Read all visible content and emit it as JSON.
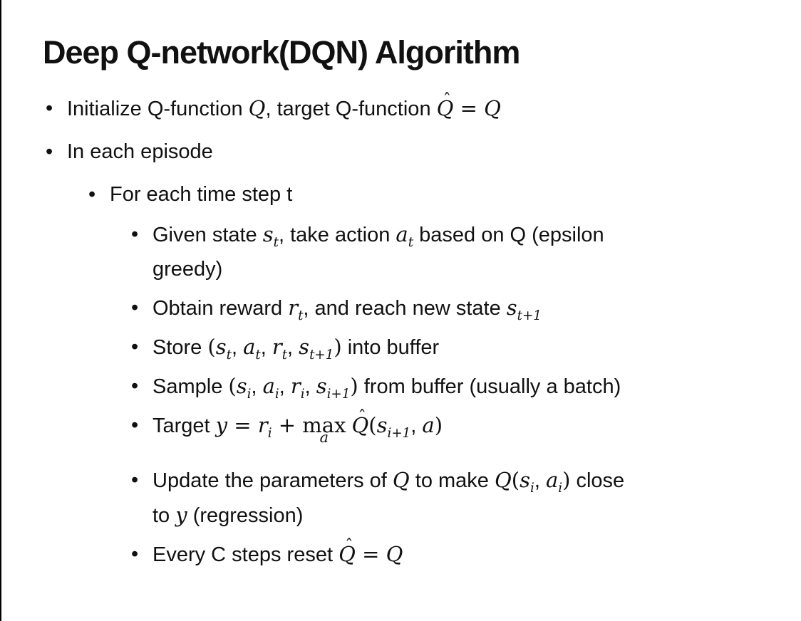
{
  "slide": {
    "title": "Deep Q-network(DQN) Algorithm",
    "bullet_glyph": "•",
    "colors": {
      "background": "#ffffff",
      "text": "#111111",
      "border": "#000000"
    },
    "bullets": [
      {
        "level": 1,
        "lines": [
          [
            {
              "text": "Initialize Q-function "
            },
            {
              "var": "Q"
            },
            {
              "text": ", target Q-function "
            },
            {
              "hat": "Q"
            },
            {
              "mo": " = "
            },
            {
              "var": "Q"
            }
          ]
        ]
      },
      {
        "level": 1,
        "lines": [
          [
            {
              "text": "In each episode"
            }
          ]
        ]
      },
      {
        "level": 2,
        "lines": [
          [
            {
              "text": "For each time step t"
            }
          ]
        ]
      },
      {
        "level": 3,
        "lines": [
          [
            {
              "text": "Given state "
            },
            {
              "base": "s",
              "sub": "t"
            },
            {
              "text": ", take action "
            },
            {
              "base": "a",
              "sub": "t"
            },
            {
              "text": " based on Q (epsilon"
            }
          ],
          [
            {
              "text": "greedy)"
            }
          ]
        ]
      },
      {
        "level": 3,
        "lines": [
          [
            {
              "text": "Obtain reward "
            },
            {
              "base": "r",
              "sub": "t"
            },
            {
              "text": ", and reach new state "
            },
            {
              "base": "s",
              "sub": "t+1"
            }
          ]
        ]
      },
      {
        "level": 3,
        "lines": [
          [
            {
              "text": "Store "
            },
            {
              "mo": "("
            },
            {
              "base": "s",
              "sub": "t"
            },
            {
              "text": ", "
            },
            {
              "base": "a",
              "sub": "t"
            },
            {
              "text": ", "
            },
            {
              "base": "r",
              "sub": "t"
            },
            {
              "text": ", "
            },
            {
              "base": "s",
              "sub": "t+1"
            },
            {
              "mo": ")"
            },
            {
              "text": " into buffer"
            }
          ]
        ]
      },
      {
        "level": 3,
        "lines": [
          [
            {
              "text": "Sample "
            },
            {
              "mo": "("
            },
            {
              "base": "s",
              "sub": "i"
            },
            {
              "text": ", "
            },
            {
              "base": "a",
              "sub": "i"
            },
            {
              "text": ", "
            },
            {
              "base": "r",
              "sub": "i"
            },
            {
              "text": ", "
            },
            {
              "base": "s",
              "sub": "i+1"
            },
            {
              "mo": ")"
            },
            {
              "text": " from buffer (usually a batch)"
            }
          ]
        ]
      },
      {
        "level": 3,
        "lines": [
          [
            {
              "text": "Target "
            },
            {
              "var": "y"
            },
            {
              "mo": " = "
            },
            {
              "base": "r",
              "sub": "i"
            },
            {
              "mo": " + "
            },
            {
              "max": "max",
              "under": "a"
            },
            {
              "text": " "
            },
            {
              "hat": "Q"
            },
            {
              "mo": "("
            },
            {
              "base": "s",
              "sub": "i+1"
            },
            {
              "text": ", "
            },
            {
              "var": "a"
            },
            {
              "mo": ")"
            }
          ]
        ]
      },
      {
        "level": 3,
        "lines": [
          [
            {
              "text": "Update the parameters of "
            },
            {
              "var": "Q"
            },
            {
              "text": " to make "
            },
            {
              "var": "Q"
            },
            {
              "mo": "("
            },
            {
              "base": "s",
              "sub": "i"
            },
            {
              "text": ", "
            },
            {
              "base": "a",
              "sub": "i"
            },
            {
              "mo": ")"
            },
            {
              "text": " close"
            }
          ],
          [
            {
              "text": "to "
            },
            {
              "var": "y"
            },
            {
              "text": " (regression)"
            }
          ]
        ]
      },
      {
        "level": 3,
        "lines": [
          [
            {
              "text": "Every C steps reset "
            },
            {
              "hat": "Q"
            },
            {
              "mo": " = "
            },
            {
              "var": "Q"
            }
          ]
        ]
      }
    ]
  }
}
